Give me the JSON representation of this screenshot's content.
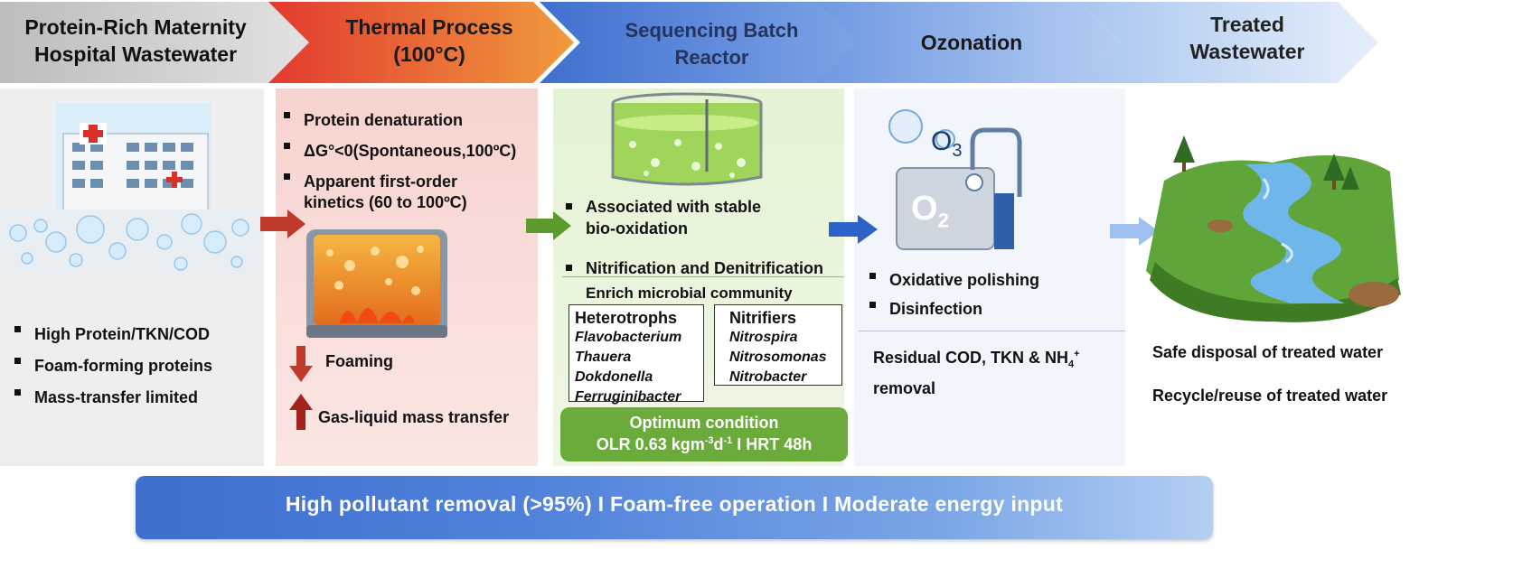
{
  "stages": [
    {
      "line1": "Protein-Rich Maternity",
      "line2": "Hospital Wastewater"
    },
    {
      "line1": "Thermal Process",
      "line2": "(100°C)"
    },
    {
      "line1": "Sequencing Batch",
      "line2": "Reactor"
    },
    {
      "line1": "Ozonation",
      "line2": ""
    },
    {
      "line1": "Treated",
      "line2": "Wastewater"
    }
  ],
  "panel1": {
    "bullets": [
      "High Protein/TKN/COD",
      "Foam-forming proteins",
      "Mass-transfer limited"
    ]
  },
  "panel2": {
    "bullets": [
      "Protein denaturation",
      "ΔG°<0(Spontaneous,100ºC)",
      "Apparent first-order"
    ],
    "bullet3_cont": "kinetics (60 to 100ºC)",
    "foaming": "Foaming",
    "mass_transfer": "Gas-liquid mass transfer"
  },
  "panel3": {
    "bullet1_line1": "Associated with stable",
    "bullet1_line2": "bio-oxidation",
    "bullet2": "Nitrification and Denitrification",
    "community_title": "Enrich microbial community",
    "heterotrophs": {
      "title": "Heterotrophs",
      "items": [
        "Flavobacterium",
        "Thauera",
        "Dokdonella",
        "Ferruginibacter"
      ]
    },
    "nitrifiers": {
      "title": "Nitrifiers",
      "items": [
        "Nitrospira",
        "Nitrosomonas",
        "Nitrobacter"
      ]
    },
    "optimum_title": "Optimum condition",
    "optimum_a": "OLR 0.63 kgm",
    "optimum_sup1": "-3",
    "optimum_b": "d",
    "optimum_sup2": "-1",
    "optimum_c": " I HRT 48h"
  },
  "panel4": {
    "o3_label": "O",
    "o3_sub": "3",
    "o2_label": "O",
    "o2_sub": "2",
    "bullets": [
      "Oxidative polishing",
      "Disinfection"
    ],
    "residual_a": "Residual COD, TKN & NH",
    "residual_sub": "4",
    "residual_sup": "+",
    "residual_b": "removal"
  },
  "panel5": {
    "line1": "Safe disposal of treated water",
    "line2": "Recycle/reuse of treated water"
  },
  "banner": "High pollutant removal (>95%) I Foam-free operation I Moderate energy input",
  "colors": {
    "chevron1": "#c9c9c9",
    "chevron2": "#e8553a",
    "chevron3": "#5a84d2",
    "chevron4": "#8fb3ea",
    "chevron5": "#c9ddf6",
    "panel1": "#eeeeee",
    "panel2": "#fadbd8",
    "panel3": "#e9f5dc",
    "panel4": "#f1f4fb",
    "arrow_red": "#c0392b",
    "arrow_green": "#5c9a2b",
    "arrow_blue": "#2d63c8",
    "arrow_light": "#9fc0ee",
    "optimum_bg": "#6aab3b"
  }
}
